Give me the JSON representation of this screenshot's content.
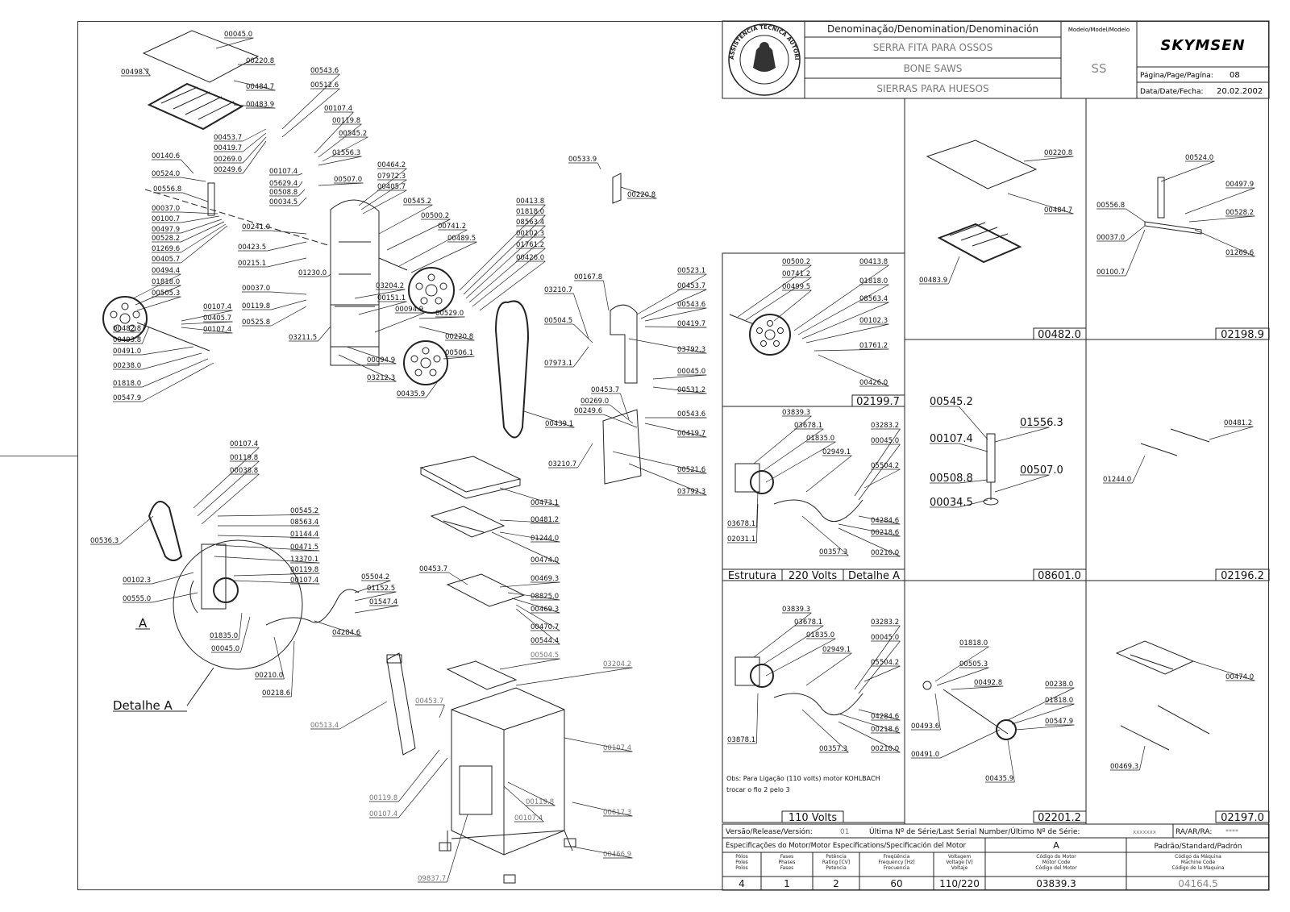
{
  "header": {
    "denomination_label": "Denominação/Denomination/Denominación",
    "model_label": "Modelo/Model/Modelo",
    "names": [
      "SERRA FITA PARA OSSOS",
      "BONE SAWS",
      "SIERRAS PARA HUESOS"
    ],
    "model": "SS",
    "brand": "SKYMSEN",
    "seal_text": "ASSISTÊNCIA TÉCNICA AUTORIZADA",
    "page_label": "Página/Page/Pagína:",
    "page": "08",
    "date_label": "Data/Date/Fecha:",
    "date": "20.02.2002"
  },
  "main_parts": {
    "top_group": [
      "00045.0",
      "00220.8",
      "00498.7",
      "00484.7",
      "00483.9",
      "00543.6",
      "00512.6",
      "00107.4",
      "00119.8",
      "00545.2",
      "00453.7",
      "00419.7",
      "00269.0",
      "00249.6",
      "01556.3",
      "00140.6",
      "00524.0",
      "00556.8",
      "00107.4",
      "05629.4",
      "00508.8",
      "00034.5",
      "00507.0",
      "00037.0",
      "00100.7",
      "00497.9",
      "00528.2",
      "01269.6",
      "00405.7",
      "00494.4",
      "01818.0",
      "00505.3",
      "00482.8",
      "00493.8",
      "00491.0",
      "00238.0",
      "01818.0",
      "00547.9",
      "00241.0",
      "00423.5",
      "00215.1",
      "00107.4",
      "00405.7",
      "00107.4",
      "00464.2",
      "07972.3",
      "00405.7",
      "00545.2",
      "00500.2",
      "00741.2",
      "00489.5",
      "00413.8",
      "01818.0",
      "08563.4",
      "00102.3",
      "01761.2",
      "00426.0",
      "01230.0",
      "00037.0",
      "00119.8",
      "00525.8",
      "03204.2",
      "00151.1",
      "00094.9",
      "03211.5",
      "00094.9",
      "03212.3",
      "00529.0",
      "00220.8",
      "00506.1",
      "00435.9",
      "00533.9",
      "00220.8"
    ],
    "blade_group": [
      "00439.1",
      "00167.8",
      "03210.7",
      "00504.5",
      "07973.1",
      "00523.1",
      "00453.7",
      "00543.6",
      "00419.7",
      "03792.3",
      "00045.0",
      "00531.2",
      "00453.7",
      "00269.0",
      "00249.6",
      "00543.6",
      "00419.7",
      "03210.7",
      "00521.6",
      "03792.3"
    ],
    "motor_group": [
      "00107.4",
      "00119.8",
      "00038.8",
      "00545.2",
      "08563.4",
      "01144.4",
      "00471.5",
      "13370.1",
      "00119.8",
      "00107.4",
      "00536.3",
      "00102.3",
      "00555.0",
      "01835.0",
      "00045.0",
      "00210.0",
      "00218.6",
      "04284.6",
      "05504.2",
      "01152.5",
      "01547.4"
    ],
    "base_group": [
      "00473.1",
      "00481.2",
      "01244.0",
      "00474.0",
      "00453.7",
      "00469.3",
      "08825.0",
      "00469.3",
      "00470.7",
      "00544.4",
      "00504.5",
      "03204.2",
      "00453.7",
      "00513.4",
      "00107.4",
      "00119.8",
      "00107.4",
      "00119.8",
      "00107.4",
      "00617.3",
      "00466.9",
      "09837.7"
    ],
    "detail_marker": "A",
    "detail_label": "Detalhe A"
  },
  "panels": [
    {
      "code": "00482.0",
      "labels": [
        "00220.8",
        "00484.7",
        "00483.9"
      ]
    },
    {
      "code": "02198.9",
      "labels": [
        "00524.0",
        "00497.9",
        "00556.8",
        "00528.2",
        "00037.0",
        "01269.6",
        "00100.7"
      ]
    },
    {
      "code": "02199.7",
      "labels": [
        "00500.2",
        "00741.2",
        "00499.5",
        "00413.8",
        "01818.0",
        "08563.4",
        "00102.3",
        "01761.2",
        "00426.0"
      ]
    },
    {
      "code": "08601.0",
      "labels": [
        "00545.2",
        "01556.3",
        "00107.4",
        "00508.8",
        "00507.0",
        "00034.5"
      ]
    },
    {
      "code": "02196.2",
      "labels": [
        "00481.2",
        "01244.0"
      ]
    },
    {
      "code": "02201.2",
      "labels": [
        "01818.0",
        "00505.3",
        "00492.8",
        "00238.0",
        "01818.0",
        "00493.6",
        "00547.9",
        "00491.0",
        "00435.9"
      ]
    },
    {
      "code": "02197.0",
      "labels": [
        "00474.0",
        "00469.3"
      ]
    }
  ],
  "detail_220": {
    "caption": [
      "Estrutura",
      "220 Volts",
      "Detalhe A"
    ],
    "labels": [
      "03839.3",
      "03678.1",
      "01835.0",
      "03283.2",
      "00045.0",
      "02949.1",
      "05504.2",
      "04284.6",
      "03678.1",
      "00218.6",
      "02031.1",
      "00357.3",
      "00210.0"
    ]
  },
  "detail_110": {
    "caption": "110 Volts",
    "labels": [
      "03839.3",
      "03678.1",
      "01835.0",
      "03283.2",
      "00045.0",
      "02949.1",
      "05504.2",
      "04284.6",
      "00218.6",
      "03878.1",
      "00357.3",
      "00210.0"
    ],
    "note": "Obs: Para Ligação (110 volts) motor KOHLBACH trocar o fio 2 pelo 3"
  },
  "footer": {
    "release_label": "Versão/Release/Versión:",
    "release_value": "01",
    "serial_label": "Última Nº de Série/Last Serial Number/Último Nº de Série:",
    "serial_value": "xxxxxxx",
    "ra_label": "RA/AR/RA:",
    "ra_value": "****",
    "motor_spec_label": "Especificações do Motor/Motor Especifications/Specificación del Motor",
    "motor_spec_value": "A",
    "standard_label": "Padrão/Standard/Padrón",
    "columns": [
      "Pólos\nPoles\nPolos",
      "Fases\nPhases\nFases",
      "Potência\nRating [CV]\nPotencia",
      "Freqüência\nFrequency [Hz]\nFrecuencia",
      "Voltagem\nVoltage [V]\nVoltaje",
      "Código do Motor\nMotor Code\nCódigo del Motor",
      "Código da Máquina\nMachine Code\nCódigo de la Maquina"
    ],
    "values": [
      "4",
      "1",
      "2",
      "60",
      "110/220",
      "03839.3",
      "04164.5"
    ]
  }
}
